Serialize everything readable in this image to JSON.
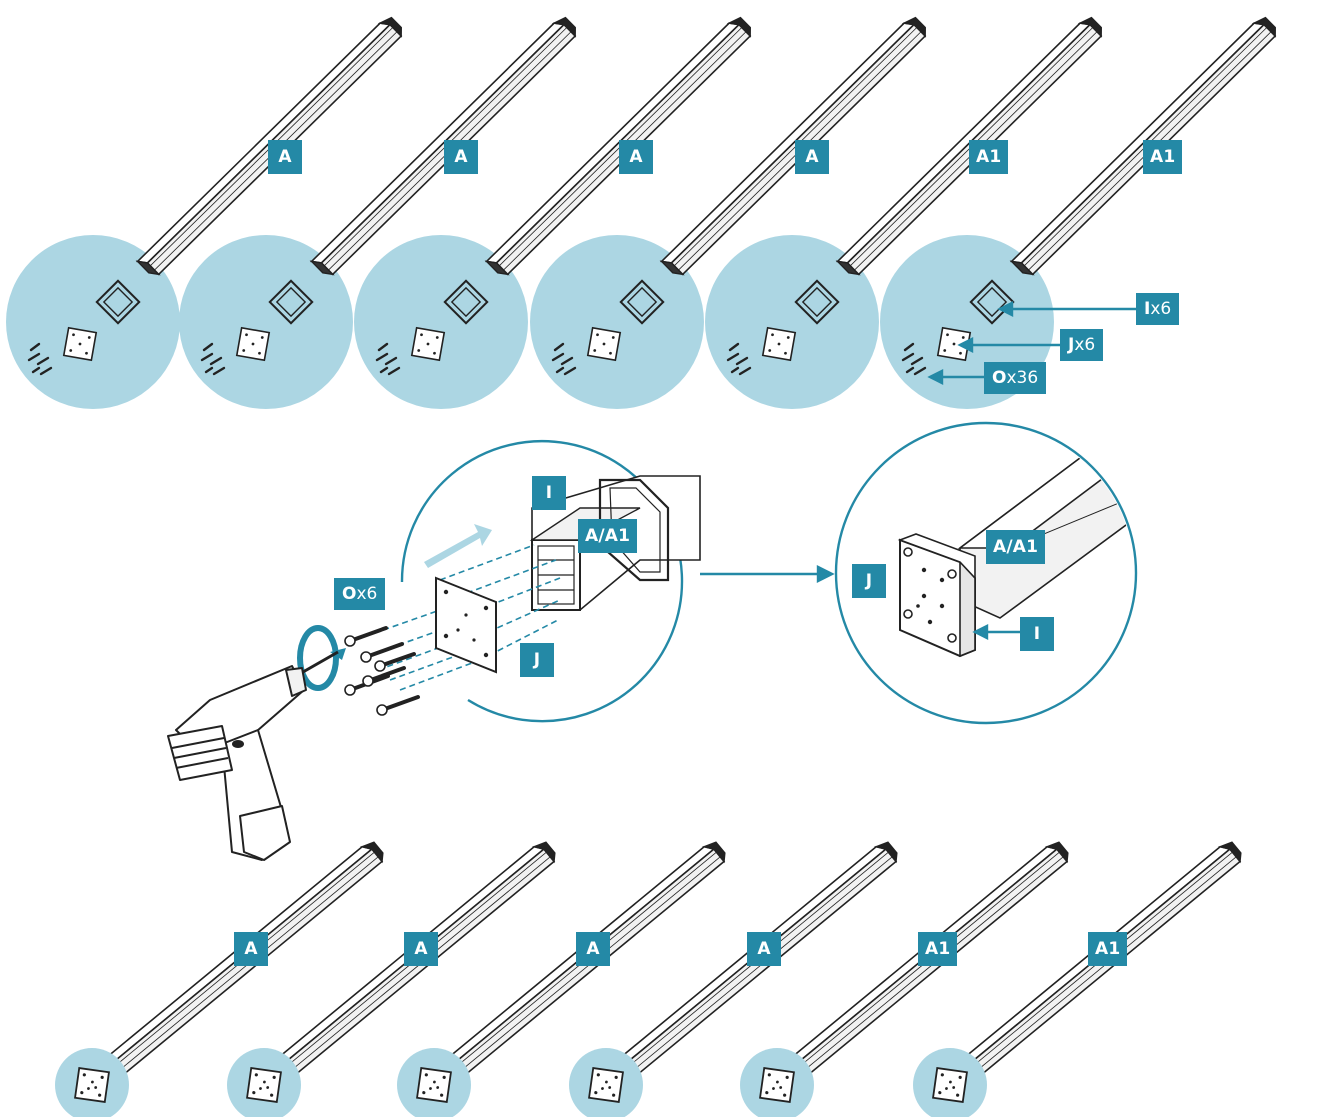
{
  "colors": {
    "accent": "#2489a6",
    "light_circle": "#acd6e3",
    "line": "#222222"
  },
  "top_row": [
    {
      "label": "A"
    },
    {
      "label": "A"
    },
    {
      "label": "A"
    },
    {
      "label": "A"
    },
    {
      "label": "A1"
    },
    {
      "label": "A1"
    }
  ],
  "bottom_row": [
    {
      "label": "A"
    },
    {
      "label": "A"
    },
    {
      "label": "A"
    },
    {
      "label": "A"
    },
    {
      "label": "A1"
    },
    {
      "label": "A1"
    }
  ],
  "quantities": {
    "i": {
      "letter": "I",
      "count": "x6"
    },
    "j": {
      "letter": "J",
      "count": "x6"
    },
    "o": {
      "letter": "O",
      "count": "x36"
    },
    "o_step": {
      "letter": "O",
      "count": "x6"
    }
  },
  "assembly": {
    "frame_label": "I",
    "tube_label": "A/A1",
    "plate_label": "J"
  },
  "result": {
    "tube_label": "A/A1",
    "plate_label": "J",
    "frame_label": "I"
  },
  "icons": [
    "drill-icon",
    "rotate-arrow-icon",
    "direction-arrow-icon",
    "screw-icon"
  ]
}
